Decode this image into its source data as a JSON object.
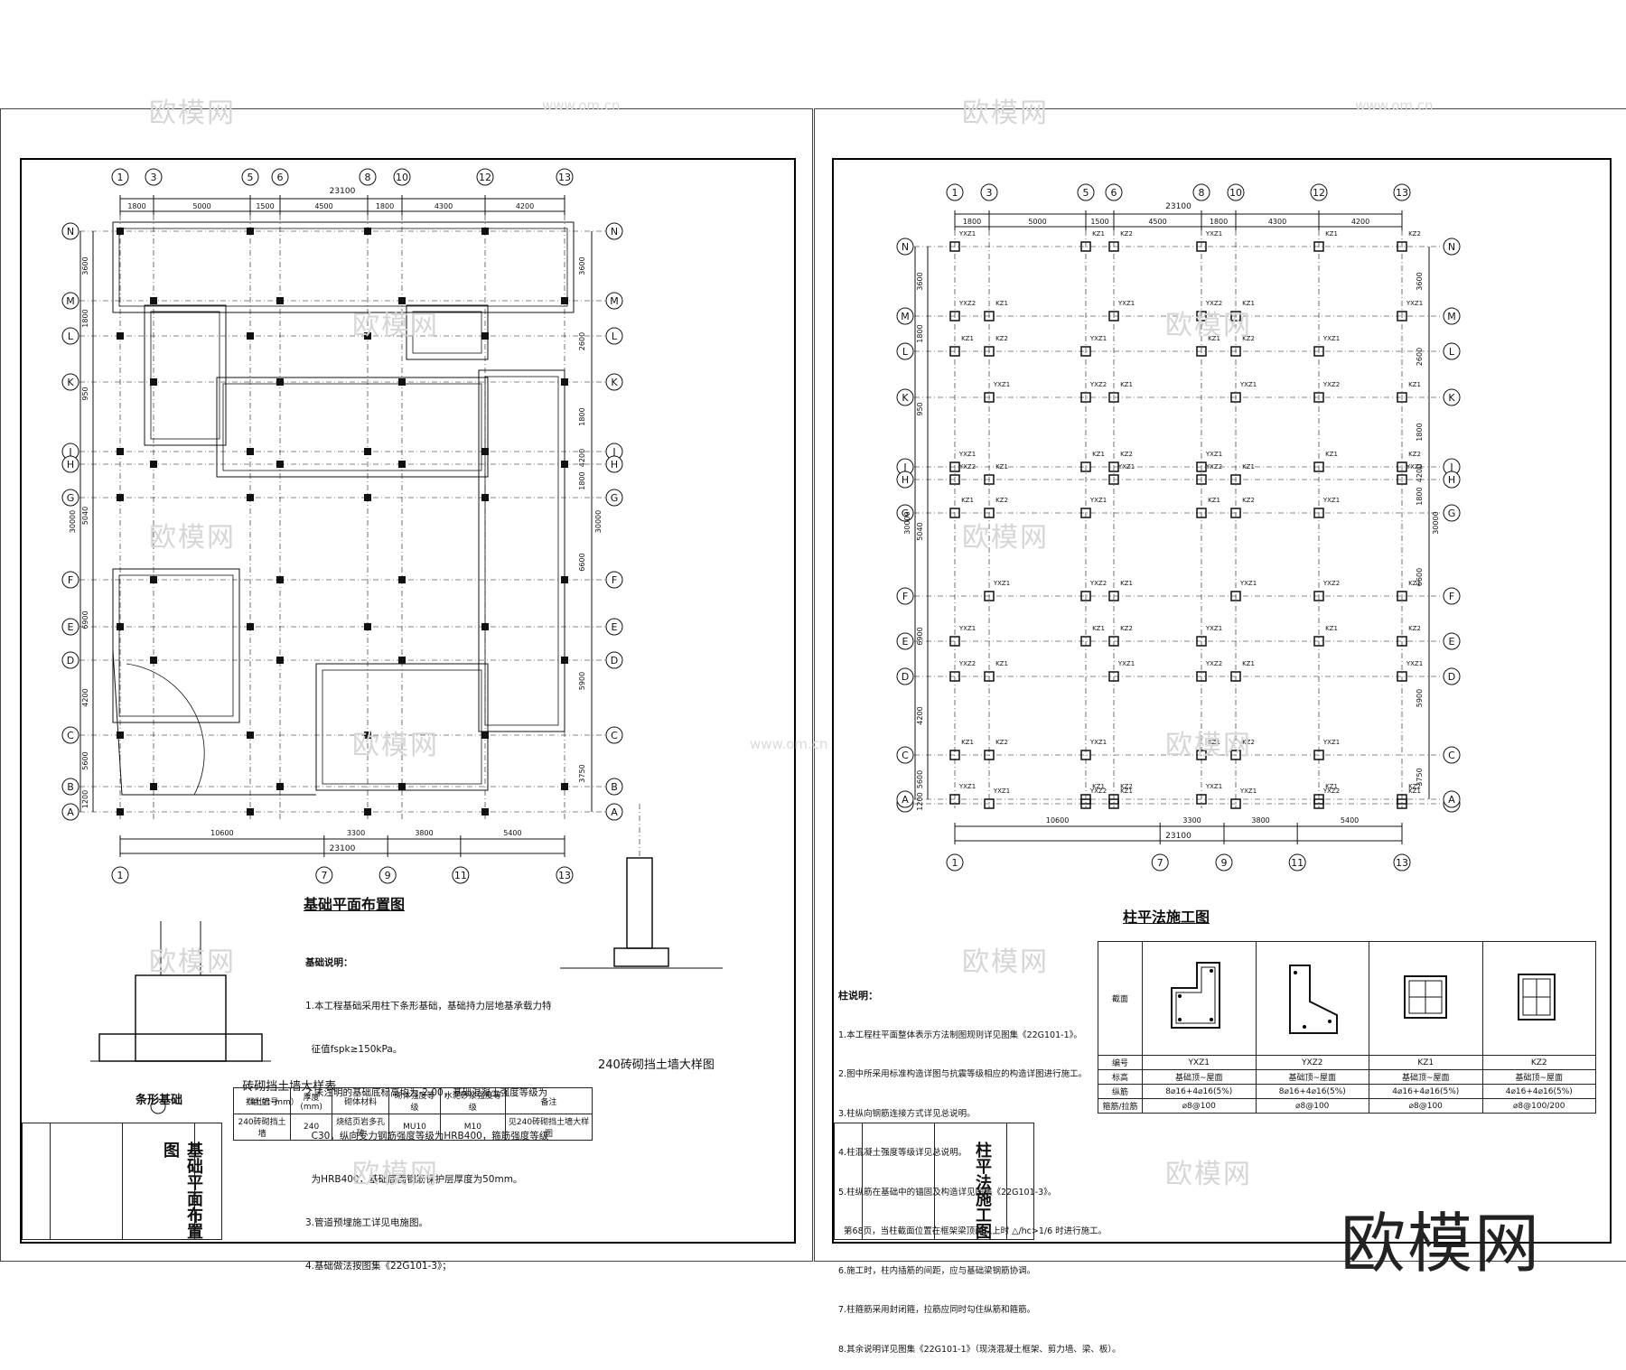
{
  "watermarks": {
    "brand": "欧模网",
    "url": "www.om.cn"
  },
  "brand_logo": "欧模网",
  "left_sheet": {
    "title": "基础平面布置图",
    "total_width": "23100",
    "total_height": "30000",
    "top_axes": [
      "1",
      "3",
      "5",
      "6",
      "8",
      "10",
      "12",
      "13"
    ],
    "top_dims": [
      "1800",
      "5000",
      "1500",
      "4500",
      "1800",
      "4300",
      "4200"
    ],
    "bottom_axes": [
      "1",
      "7",
      "9",
      "11",
      "13"
    ],
    "bottom_dims": [
      "10600",
      "3300",
      "3800",
      "5400"
    ],
    "row_axes": [
      "N",
      "M",
      "L",
      "K",
      "J",
      "H",
      "G",
      "F",
      "E",
      "D",
      "C",
      "B",
      "A"
    ],
    "left_row_dims": [
      "3600",
      "1800",
      "950",
      "5040",
      "6900",
      "4200",
      "5600",
      "1200"
    ],
    "right_row_dims": [
      "3600",
      "2600",
      "1800",
      "4200",
      "1800",
      "6600",
      "5900",
      "3750"
    ],
    "notes_title": "基础说明：",
    "notes": [
      "1.本工程基础采用柱下条形基础，基础持力层地基承载力特",
      "  征值fspk≥150kPa。",
      "2.未注明的基础底标高均为-2.00，基础混凝土强度等级为",
      "  C30，纵向受力钢筋强度等级为HRB400，箍筋强度等级",
      "  为HRB400，基础底面钢筋保护层厚度为50mm。",
      "3.管道预埋施工详见电施图。",
      "4.基础做法按图集《22G101-3》；"
    ],
    "strip_title": "条形基础",
    "retaining_title": "240砖砌挡土墙大样图",
    "table_title": "砖砌挡土墙大样表",
    "table_unit": "（单位：mm）",
    "table_headers": [
      "挡土墙号",
      "厚度(mm)",
      "砌体材料",
      "砌体强度等级",
      "水泥砂浆强度等级",
      "备注"
    ],
    "table_row": [
      "240砖砌挡土墙",
      "240",
      "烧结页岩多孔砖",
      "MU10",
      "M10",
      "见240砖砌挡土墙大样图"
    ],
    "stamp_name": "基础平面布置图"
  },
  "right_sheet": {
    "title": "柱平法施工图",
    "notes_title": "柱说明：",
    "notes": [
      "1.本工程柱平面整体表示方法制图规则详见图集《22G101-1》。",
      "2.图中所采用标准构造详图与抗震等级相应的构造详图进行施工。",
      "3.柱纵向钢筋连接方式详见总说明。",
      "4.柱混凝土强度等级详见总说明。",
      "5.柱纵筋在基础中的锚固及构造详见图集《22G101-3》。",
      "  第68页，当柱截面位置在框架梁顶面以上时 △/hc>1/6 时进行施工。",
      "6.施工时，柱内插筋的间距，应与基础梁钢筋协调。",
      "7.柱箍筋采用封闭箍，拉筋应同时勾住纵筋和箍筋。",
      "8.其余说明详见图集《22G101-1》（现浇混凝土框架、剪力墙、梁、板）。"
    ],
    "table_headers": [
      "截面",
      "YXZ1",
      "YXZ2",
      "KZ1",
      "KZ2"
    ],
    "table_rows": [
      [
        "编号",
        "YXZ1",
        "YXZ2",
        "KZ1",
        "KZ2"
      ],
      [
        "标高",
        "基础顶~屋面",
        "基础顶~屋面",
        "基础顶~屋面",
        "基础顶~屋面"
      ],
      [
        "纵筋",
        "8⌀16+4⌀16(5%)",
        "8⌀16+4⌀16(5%)",
        "4⌀16+4⌀16(5%)",
        "4⌀16+4⌀16(5%)"
      ],
      [
        "箍筋/拉筋",
        "⌀8@100",
        "⌀8@100",
        "⌀8@100",
        "⌀8@100/200"
      ]
    ],
    "col_labels": [
      "YXZ1",
      "YXZ2",
      "KZ1",
      "KZ2"
    ],
    "stamp_name": "柱平法施工图"
  }
}
